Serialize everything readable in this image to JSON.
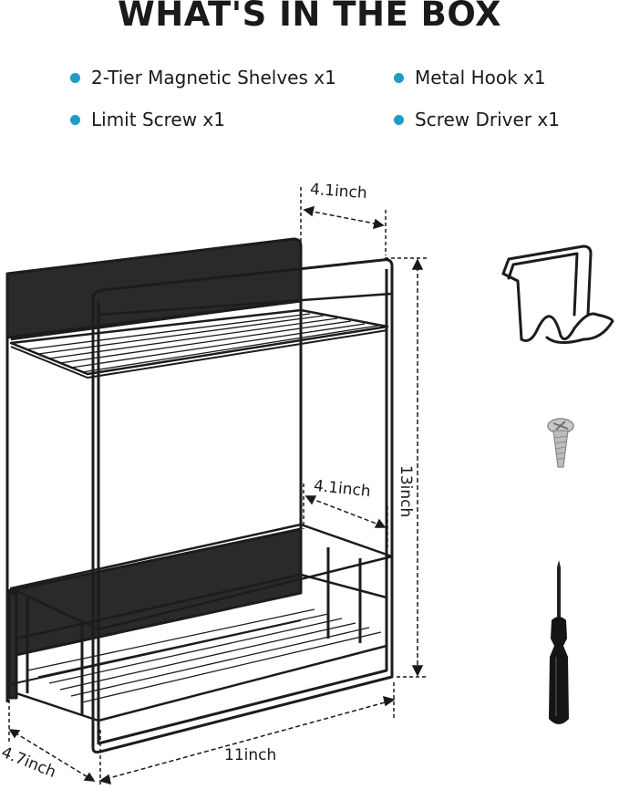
{
  "heading": "WHAT'S IN THE BOX",
  "items": [
    {
      "label": "2-Tier Magnetic Shelves x1"
    },
    {
      "label": "Metal Hook x1"
    },
    {
      "label": "Limit Screw x1"
    },
    {
      "label": "Screw Driver x1"
    }
  ],
  "dimensions": {
    "top_width": "4.1inch",
    "middle_width": "4.1inch",
    "height": "13inch",
    "depth": "4.7inch",
    "length": "11inch"
  },
  "colors": {
    "accent": "#1f9cc6",
    "rack": "#1c1c1c"
  }
}
